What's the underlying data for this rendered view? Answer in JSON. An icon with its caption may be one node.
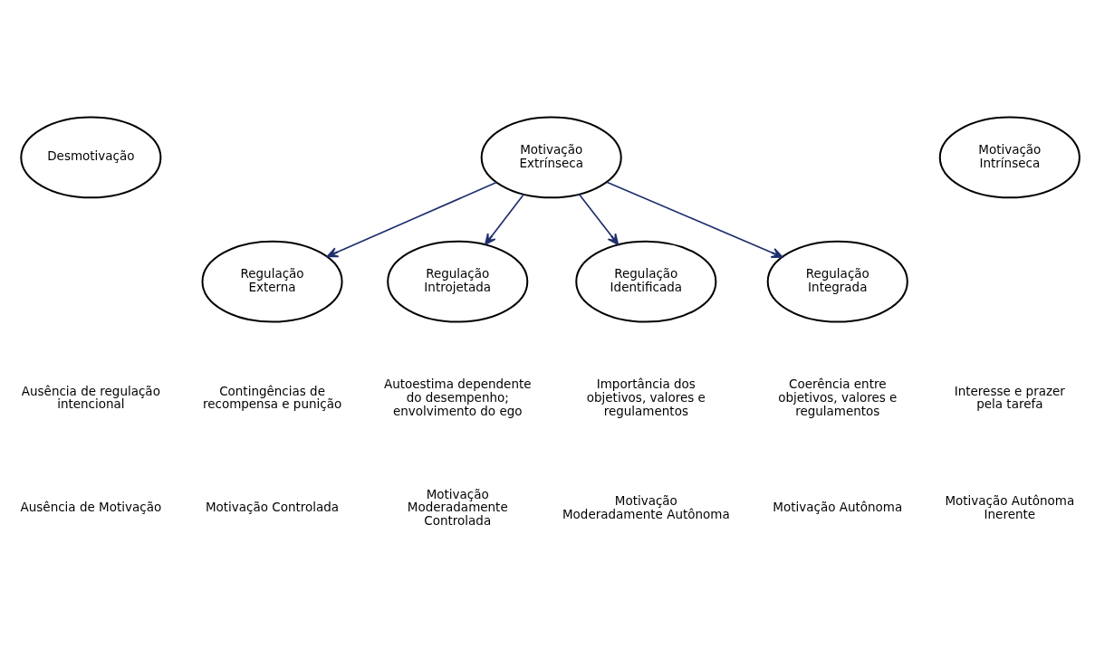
{
  "diagram": {
    "nodes": [
      {
        "text": [
          "Desmotivação"
        ]
      },
      {
        "text": [
          "Motivação Extrínseca"
        ]
      },
      {
        "text": [
          "Motivação Intrínseca"
        ]
      },
      {
        "text": [
          "Regulação Externa"
        ]
      },
      {
        "text": [
          "Regulação Introjetada"
        ]
      },
      {
        "text": [
          "Regulação Identificada"
        ]
      },
      {
        "text": [
          "Regulação Integrada"
        ]
      }
    ],
    "edges": [
      {
        "from": 1,
        "to": 3,
        "arrow": "to"
      },
      {
        "from": 1,
        "to": 4,
        "arrow": "to"
      },
      {
        "from": 1,
        "to": 5,
        "arrow": "to"
      },
      {
        "from": 1,
        "to": 6,
        "arrow": "to"
      }
    ],
    "labels": [
      "Ausência de regulação intencional",
      "Contingências de recompensa e punição",
      "Autoestima dependente do desempenho; envolvimento do ego",
      "Importância dos objetivos, valores e regulamentos",
      "Coerência entre objetivos, valores e regulamentos",
      "Interesse e prazer pela tarefa",
      "Ausência de Motivação",
      "Motivação Controlada",
      "Motivação Moderadamente Controlada",
      "Motivação Moderadamente Autônoma",
      "Motivação Autônoma",
      "Motivação Autônoma Inerente"
    ]
  }
}
